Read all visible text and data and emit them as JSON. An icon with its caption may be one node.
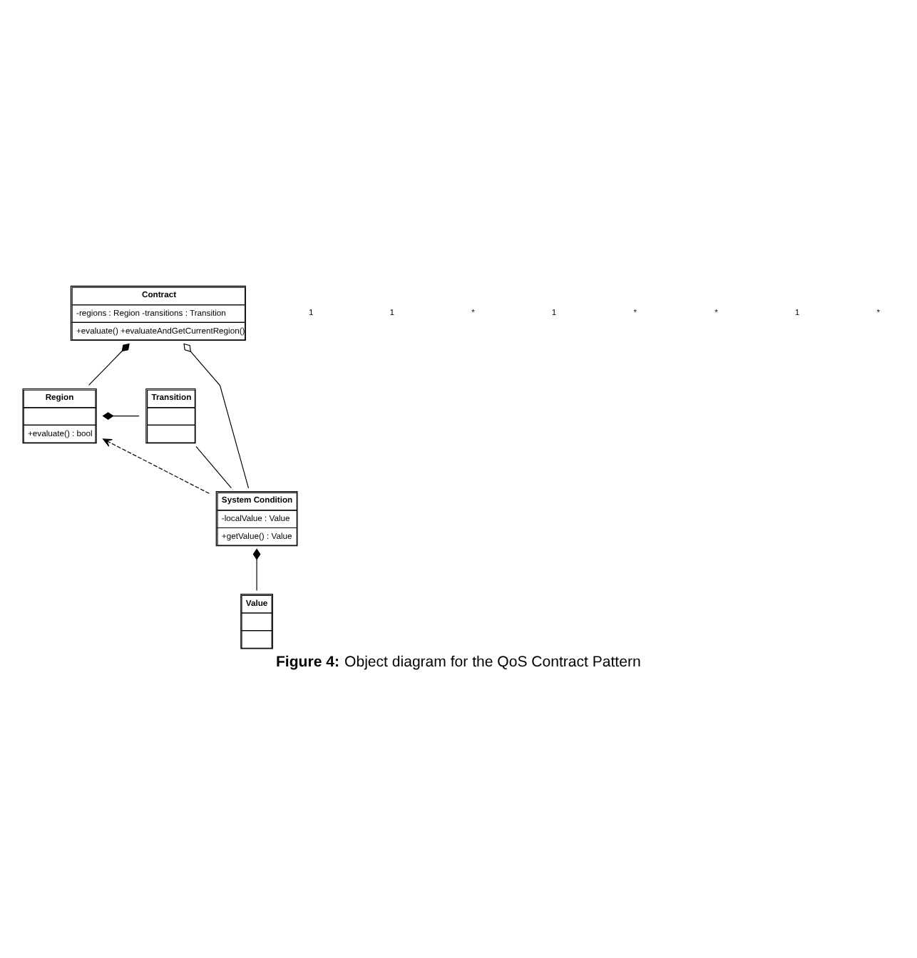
{
  "diagram": {
    "caption": "**Figure 4:** Object diagram for the QoS Contract Pattern",
    "nodes": [
      {
        "text": [
          "Contract",
          "-regions : Region -transitions : Transition",
          "+evaluate() +evaluateAndGetCurrentRegion()"
        ]
      },
      {
        "text": [
          "Region",
          "+evaluate() : bool"
        ]
      },
      {
        "text": [
          "Transition"
        ]
      },
      {
        "text": [
          "System Condition",
          "-localValue : Value",
          "+getValue() : Value"
        ]
      },
      {
        "text": [
          "Value"
        ]
      }
    ],
    "edges": [
      {
        "from": 0,
        "to": 3,
        "arrow": "other"
      },
      {
        "from": 0,
        "to": 1,
        "arrow": "other"
      },
      {
        "from": 1,
        "to": 2,
        "arrow": "other"
      },
      {
        "from": 3,
        "to": 1,
        "arrow": "to",
        "style": "dashed"
      },
      {
        "from": 3,
        "to": 2,
        "arrow": "none"
      },
      {
        "from": 3,
        "to": 4,
        "arrow": "other"
      }
    ],
    "labels": [
      "1",
      "1",
      "*",
      "1",
      "*",
      "*",
      "1",
      "*"
    ]
  }
}
